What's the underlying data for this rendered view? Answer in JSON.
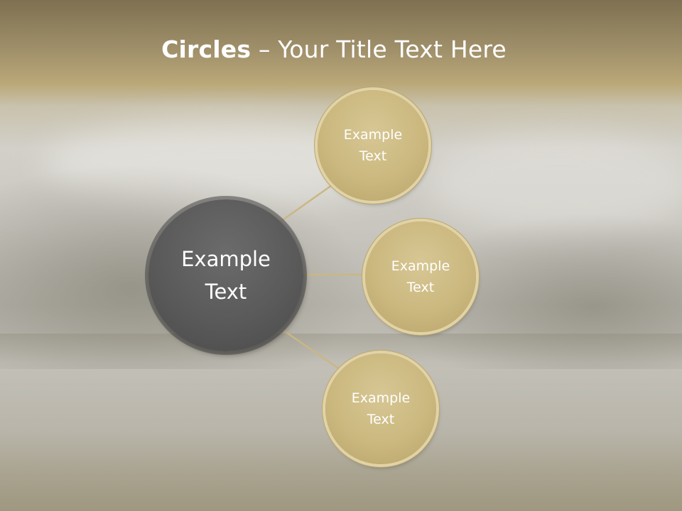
{
  "title": {
    "bold": "Circles",
    "rest": " – Your Title Text Here"
  },
  "diagram": {
    "center": {
      "label": "Example\nText"
    },
    "satellites": [
      {
        "label": "Example\nText"
      },
      {
        "label": "Example\nText"
      },
      {
        "label": "Example\nText"
      }
    ]
  },
  "colors": {
    "header": "#a0906a",
    "center_circle": "#5a5a5a",
    "satellite_circle": "#cbb87f",
    "connector": "#c9b784",
    "text": "#ffffff"
  }
}
